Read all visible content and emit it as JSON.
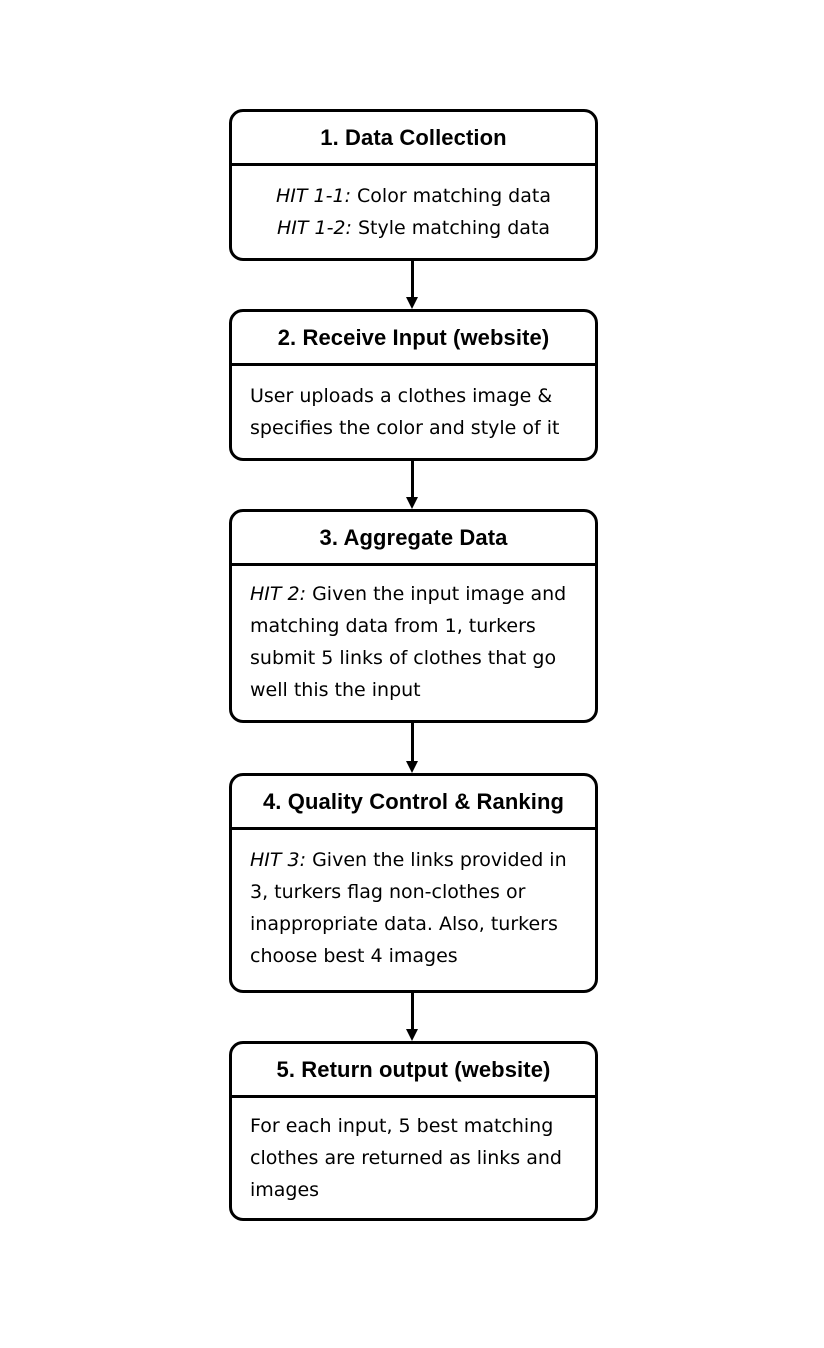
{
  "steps": [
    {
      "title": "1. Data Collection",
      "lines": [
        {
          "hit": "HIT 1-1:",
          "text": " Color matching data"
        },
        {
          "hit": "HIT 1-2:",
          "text": " Style matching data"
        }
      ]
    },
    {
      "title": "2. Receive Input (website)",
      "lines": [
        {
          "text": "User uploads a clothes image &"
        },
        {
          "text": "specifies the color and style of it"
        }
      ]
    },
    {
      "title": "3. Aggregate Data",
      "lines": [
        {
          "hit": "HIT 2:",
          "text": " Given the input image and"
        },
        {
          "text": "matching data from 1, turkers"
        },
        {
          "text": "submit 5 links of clothes that go"
        },
        {
          "text": "well this the input"
        }
      ]
    },
    {
      "title": "4. Quality Control & Ranking",
      "lines": [
        {
          "hit": "HIT 3:",
          "text": " Given the links provided in"
        },
        {
          "text": "3, turkers flag non-clothes or"
        },
        {
          "text": "inappropriate data. Also, turkers"
        },
        {
          "text": "choose best 4 images"
        }
      ]
    },
    {
      "title": "5. Return output (website)",
      "lines": [
        {
          "text": "For each input, 5 best matching"
        },
        {
          "text": "clothes are returned as links and"
        },
        {
          "text": "images"
        }
      ]
    }
  ]
}
